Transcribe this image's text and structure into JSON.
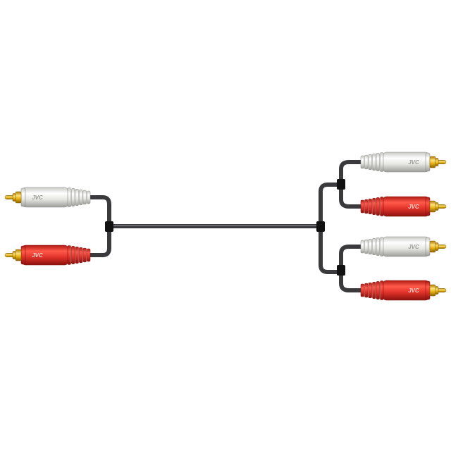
{
  "brand": "JVC",
  "colors": {
    "background": "#ffffff",
    "cable": "#3a3a3c",
    "cable_highlight": "#8a8a8e",
    "clip": "#111111",
    "gold": "#d9a400",
    "white_plug": "#e4e4e0",
    "red_plug": "#e2332a",
    "white_brand_text": "#9a9a96",
    "red_brand_text": "#f8d0c8"
  },
  "plugs": [
    {
      "id": "left-white",
      "color": "white",
      "side": "left"
    },
    {
      "id": "left-red",
      "color": "red",
      "side": "left"
    },
    {
      "id": "right-white-1",
      "color": "white",
      "side": "right"
    },
    {
      "id": "right-red-1",
      "color": "red",
      "side": "right"
    },
    {
      "id": "right-white-2",
      "color": "white",
      "side": "right"
    },
    {
      "id": "right-red-2",
      "color": "red",
      "side": "right"
    }
  ]
}
